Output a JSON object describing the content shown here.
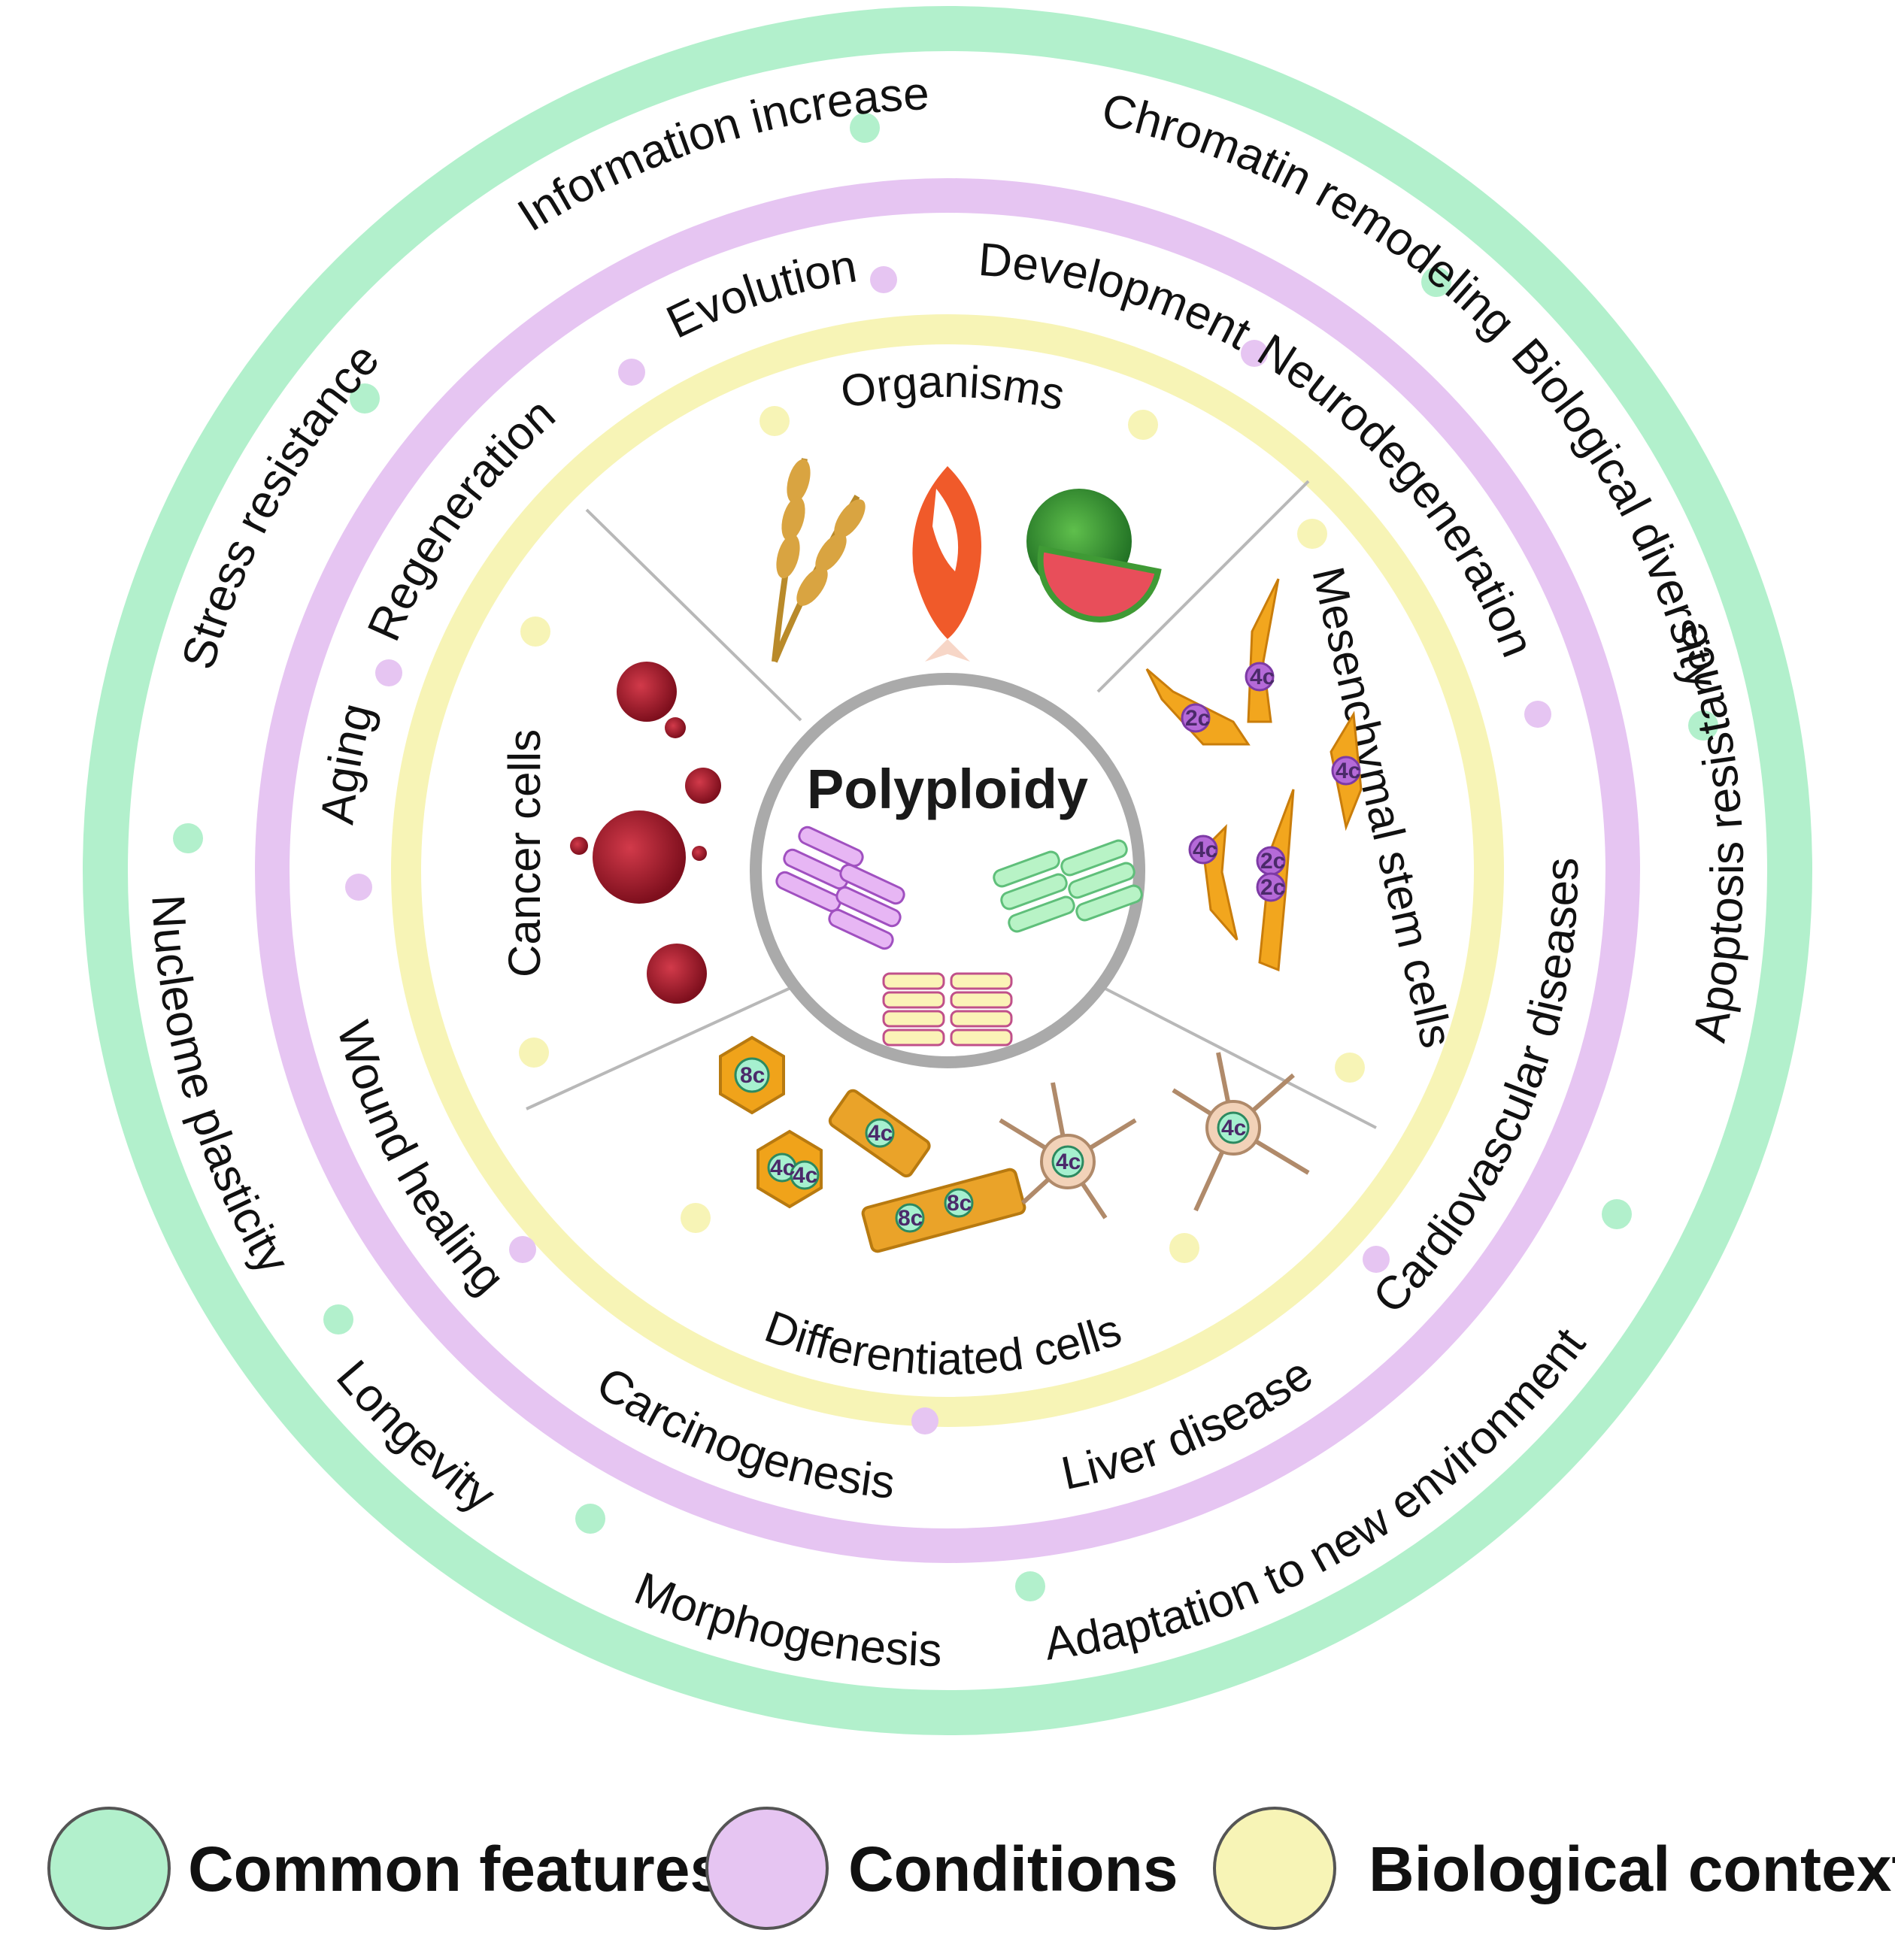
{
  "center": {
    "title": "Polyploidy"
  },
  "rings": {
    "common_features": {
      "color": "#b2f0cc",
      "dot_color": "#b2f0cc",
      "labels": [
        "Chromatin remodeling",
        "Biological diversity",
        "Apoptosis resistance",
        "Adaptation to new environment",
        "Morphogenesis",
        "Longevity",
        "Nucleome plasticity",
        "Stress resistance",
        "Information increase"
      ]
    },
    "conditions": {
      "color": "#e6c5f2",
      "dot_color": "#e6c5f2",
      "labels": [
        "Development",
        "Neurodegeneration",
        "Cardiovascular diseases",
        "Liver disease",
        "Carcinogenesis",
        "Wound healing",
        "Aging",
        "Regeneration",
        "Evolution"
      ]
    },
    "biological_contexts": {
      "color": "#f7f4b6",
      "dot_color": "#f7f4b6",
      "labels": [
        "Organisms",
        "Mesenchymal stem cells",
        "Differentiated cells",
        "Cancer cells"
      ]
    }
  },
  "cell_labels": {
    "msc": [
      "4c",
      "2c",
      "4c",
      "4c",
      "2c",
      "2c"
    ],
    "differentiated": [
      "8c",
      "4c",
      "4c",
      "4c",
      "8c",
      "8c",
      "4c",
      "4c"
    ]
  },
  "legend": [
    {
      "label": "Common features",
      "color": "#b2f0cc"
    },
    {
      "label": "Conditions",
      "color": "#e6c5f2"
    },
    {
      "label": "Biological contexts",
      "color": "#f7f4b6"
    }
  ]
}
